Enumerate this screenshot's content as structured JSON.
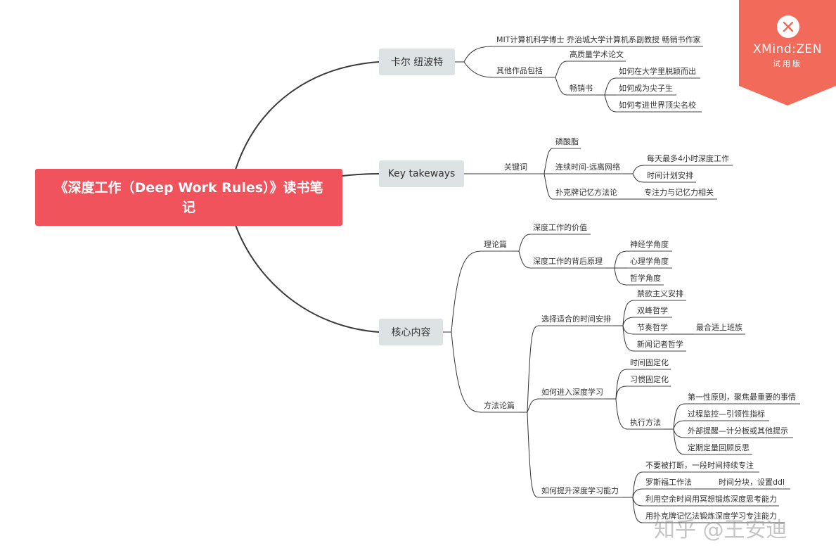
{
  "root": {
    "title": "《深度工作（Deep Work Rules）》读书笔记"
  },
  "branches": {
    "author": {
      "label": "卡尔 纽波特",
      "credentials": "MIT计算机科学博士 乔治城大学计算机系副教授 畅销书作家",
      "other_works": "其他作品包括",
      "papers": "高质量学术论文",
      "bestsellers": "畅销书",
      "books": [
        "如何在大学里脱颖而出",
        "如何成为尖子生",
        "如何考进世界顶尖名校"
      ]
    },
    "takeaways": {
      "label": "Key takeways",
      "keywords": "关键词",
      "items": {
        "lecithin": "磷酸脂",
        "continuous": "连续时间-远离网络",
        "continuous_sub": [
          "每天最多4小时深度工作",
          "时间计划安排"
        ],
        "poker": "扑克牌记忆方法论",
        "poker_sub": "专注力与记忆力相关"
      }
    },
    "core": {
      "label": "核心内容",
      "theory": {
        "label": "理论篇",
        "value": "深度工作的价值",
        "principles": "深度工作的背后原理",
        "angles": [
          "神经学角度",
          "心理学角度",
          "哲学角度"
        ]
      },
      "method": {
        "label": "方法论篇",
        "schedule": {
          "label": "选择适合的时间安排",
          "options": [
            "禁欲主义安排",
            "双峰哲学",
            "节奏哲学",
            "新闻记者哲学"
          ],
          "rhythm_note": "最合适上班族"
        },
        "enter": {
          "label": "如何进入深度学习",
          "fixed": [
            "时间固定化",
            "习惯固定化"
          ],
          "execution": "执行方法",
          "steps": [
            "第一性原则，聚焦最重要的事情",
            "过程监控—引领性指标",
            "外部提醒—计分板或其他提示",
            "定期定量回顾反思"
          ]
        },
        "improve": {
          "label": "如何提升深度学习能力",
          "tips": [
            "不要被打断，一段时间持续专注",
            "罗斯福工作法",
            "利用空余时间用冥想锻炼深度思考能力",
            "用扑克牌记忆法锻炼深度学习专注能力"
          ],
          "roosevelt_note": "时间分块，设置ddl"
        }
      }
    }
  },
  "badge": {
    "brand": "XMind:ZEN",
    "trial": "试用版",
    "color": "#f26a5a",
    "icon": "xmind-logo-icon"
  },
  "watermark": "知乎 @王安迪",
  "colors": {
    "root": "#f0535b",
    "main_node": "#dde2e4",
    "line": "#333333"
  }
}
